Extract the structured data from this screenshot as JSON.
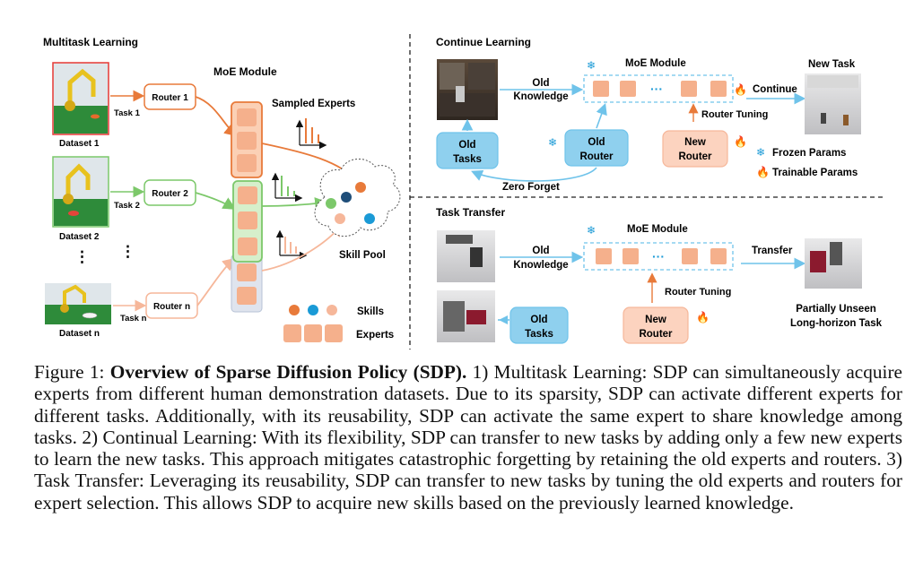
{
  "figure": {
    "multitask": {
      "title": "Multitask Learning",
      "moe_module": "MoE Module",
      "sampled_experts": "Sampled Experts",
      "skill_pool": "Skill Pool",
      "legend_skills": "Skills",
      "legend_experts": "Experts",
      "datasets": [
        "Dataset 1",
        "Dataset 2",
        "Dataset n"
      ],
      "tasks": [
        "Task 1",
        "Task 2",
        "Task n"
      ],
      "routers": [
        "Router 1",
        "Router 2",
        "Router n"
      ],
      "ellipsis": "⋮"
    },
    "continual": {
      "title": "Continue Learning",
      "moe_module": "MoE Module",
      "new_task": "New Task",
      "old_knowledge_1": "Old",
      "old_knowledge_2": "Knowledge",
      "continue": "Continue",
      "router_tuning": "Router Tuning",
      "old_tasks_1": "Old",
      "old_tasks_2": "Tasks",
      "old_router_1": "Old",
      "old_router_2": "Router",
      "new_router_1": "New",
      "new_router_2": "Router",
      "zero_forget": "Zero Forget",
      "frozen_params": "Frozen Params",
      "trainable_params": "Trainable Params",
      "dots": "···"
    },
    "transfer": {
      "title": "Task Transfer",
      "moe_module": "MoE Module",
      "old_knowledge_1": "Old",
      "old_knowledge_2": "Knowledge",
      "transfer": "Transfer",
      "router_tuning": "Router Tuning",
      "old_tasks_1": "Old",
      "old_tasks_2": "Tasks",
      "new_router_1": "New",
      "new_router_2": "Router",
      "result_1": "Partially Unseen",
      "result_2": "Long-horizon Task",
      "dots": "···"
    },
    "colors": {
      "orange": "#e87a3a",
      "green": "#7cc86a",
      "peach": "#f6b79a",
      "blue": "#1a9ad6",
      "navy": "#1f4e79",
      "box_blue": "#8fd0ee",
      "expert": "#f5b08c"
    }
  },
  "caption": {
    "prefix": "Figure 1: ",
    "bold": "Overview of Sparse Diffusion Policy (SDP).",
    "body": " 1) Multitask Learning: SDP can simultaneously acquire experts from different human demonstration datasets. Due to its sparsity, SDP can activate different experts for different tasks. Additionally, with its reusability, SDP can activate the same expert to share knowledge among tasks. 2) Continual Learning: With its flexibility, SDP can transfer to new tasks by adding only a few new experts to learn the new tasks. This approach mitigates catastrophic forgetting by retaining the old experts and routers. 3) Task Transfer: Leveraging its reusability, SDP can transfer to new tasks by tuning the old experts and routers for expert selection. This allows SDP to acquire new skills based on the previously learned knowledge."
  }
}
